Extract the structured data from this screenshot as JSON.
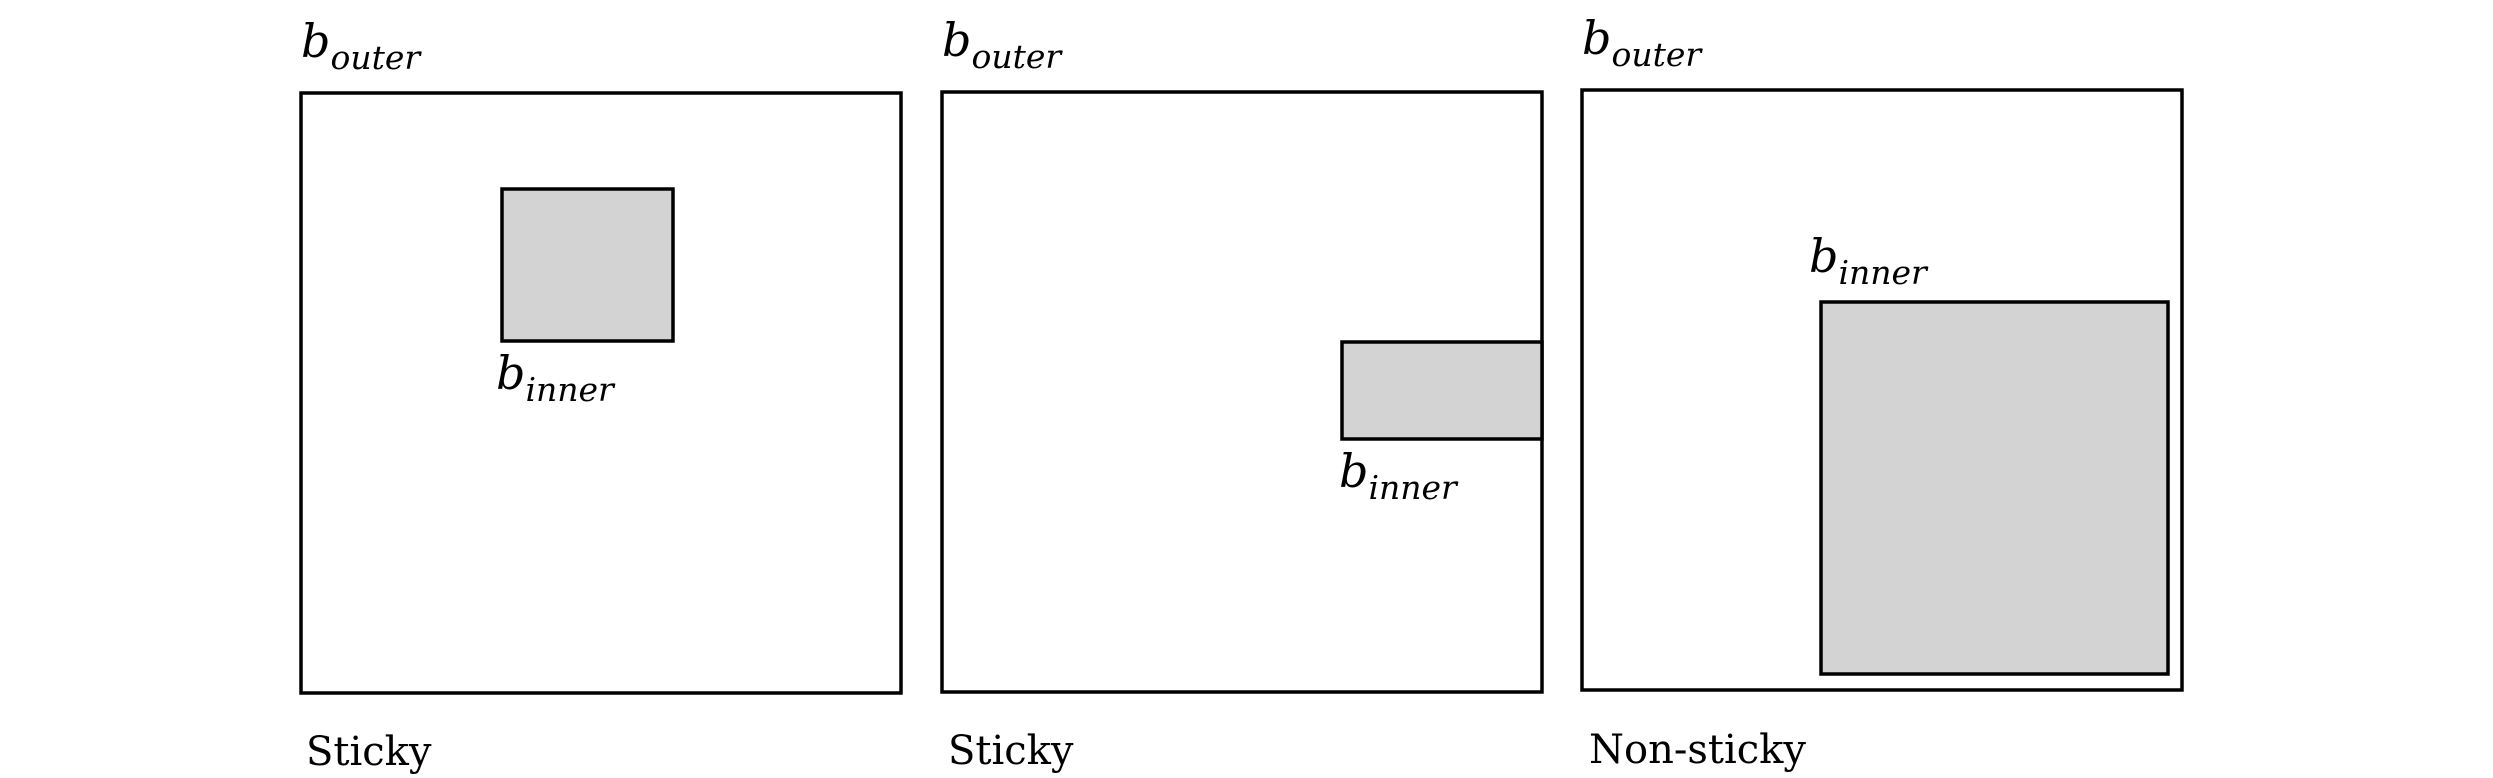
{
  "panels": [
    {
      "caption": "Sticky",
      "outer_label": {
        "symbol": "b",
        "subscript": "outer"
      },
      "inner_label": {
        "symbol": "b",
        "subscript": "inner"
      }
    },
    {
      "caption": "Sticky",
      "outer_label": {
        "symbol": "b",
        "subscript": "outer"
      },
      "inner_label": {
        "symbol": "b",
        "subscript": "inner"
      }
    },
    {
      "caption": "Non-sticky",
      "outer_label": {
        "symbol": "b",
        "subscript": "outer"
      },
      "inner_label": {
        "symbol": "b",
        "subscript": "inner"
      }
    }
  ],
  "colors": {
    "outer_fill": "#ffffff",
    "inner_fill": "#d3d3d3",
    "stroke": "#000000"
  }
}
